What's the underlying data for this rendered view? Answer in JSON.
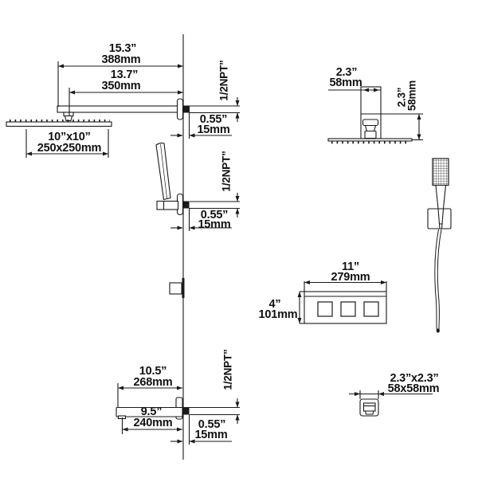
{
  "diagram": {
    "description": "Shower system installation dimension drawing",
    "rain_shower": {
      "overall_in": "15.3”",
      "overall_mm": "388mm",
      "arm_in": "13.7”",
      "arm_mm": "350mm",
      "head_size_in": "10”x10”",
      "head_size_mm": "250x250mm",
      "thread": "1/2NPT”",
      "wall_depth_in": "0.55”",
      "wall_depth_mm": "15mm"
    },
    "hand_shower_outlet": {
      "thread": "1/2NPT”",
      "wall_depth_in": "0.55”",
      "wall_depth_mm": "15mm"
    },
    "tub_spout": {
      "overall_in": "10.5”",
      "overall_mm": "268mm",
      "reach_in": "9.5”",
      "reach_mm": "240mm",
      "thread": "1/2NPT”",
      "wall_depth_in": "0.55”",
      "wall_depth_mm": "15mm"
    },
    "head_side_view": {
      "width_in": "2.3”",
      "width_mm": "58mm",
      "height_in": "2.3”",
      "height_mm": "58mm"
    },
    "valve_panel": {
      "width_in": "11”",
      "width_mm": "279mm",
      "height_in": "4”",
      "height_mm": "101mm"
    },
    "wall_elbow": {
      "size_in": "2.3”x2.3”",
      "size_mm": "58x58mm"
    }
  },
  "colors": {
    "background": "#ffffff",
    "line": "#1a1a1a",
    "text": "#111111"
  }
}
